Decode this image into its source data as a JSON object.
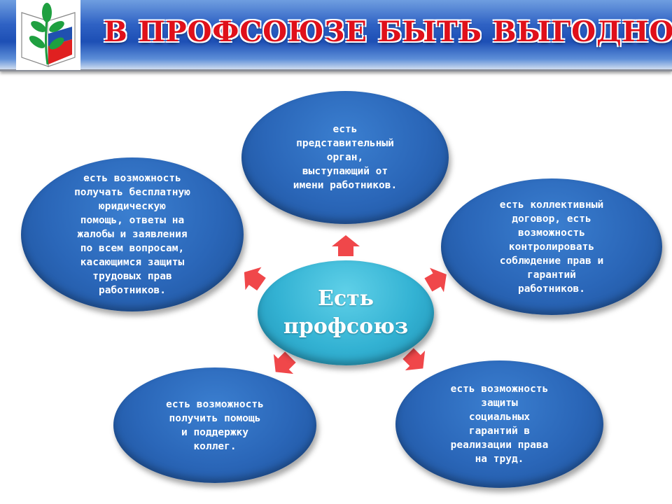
{
  "header": {
    "title": "В ПРОФСОЮЗЕ БЫТЬ ВЫГОДНО!",
    "logo": "profsoyuz-logo"
  },
  "diagram": {
    "center": "Есть\nпрофсоюз",
    "top": "есть\nпредставительный\nорган,\nвыступающий от\nимени работников.",
    "left": "есть возможность\nполучать бесплатную\nюридическую\nпомощь, ответы  на\nжалобы и заявления\nпо всем вопросам,\nкасающимся защиты\nтрудовых прав\nработников.",
    "right": "есть коллективный\nдоговор, есть\nвозможность\nконтролировать\nсоблюдение прав и\nгарантий\nработников.",
    "bottom_left": "есть возможность\nполучить помощь\nи поддержку\nколлег.",
    "bottom_right": "есть возможность\nзащиты\nсоциальных\nгарантий в\nреализации права\nна труд."
  },
  "colors": {
    "title": "#e0101a",
    "ellipse": "#2a66b8",
    "center": "#33b2d3",
    "arrow": "#f0474a"
  }
}
